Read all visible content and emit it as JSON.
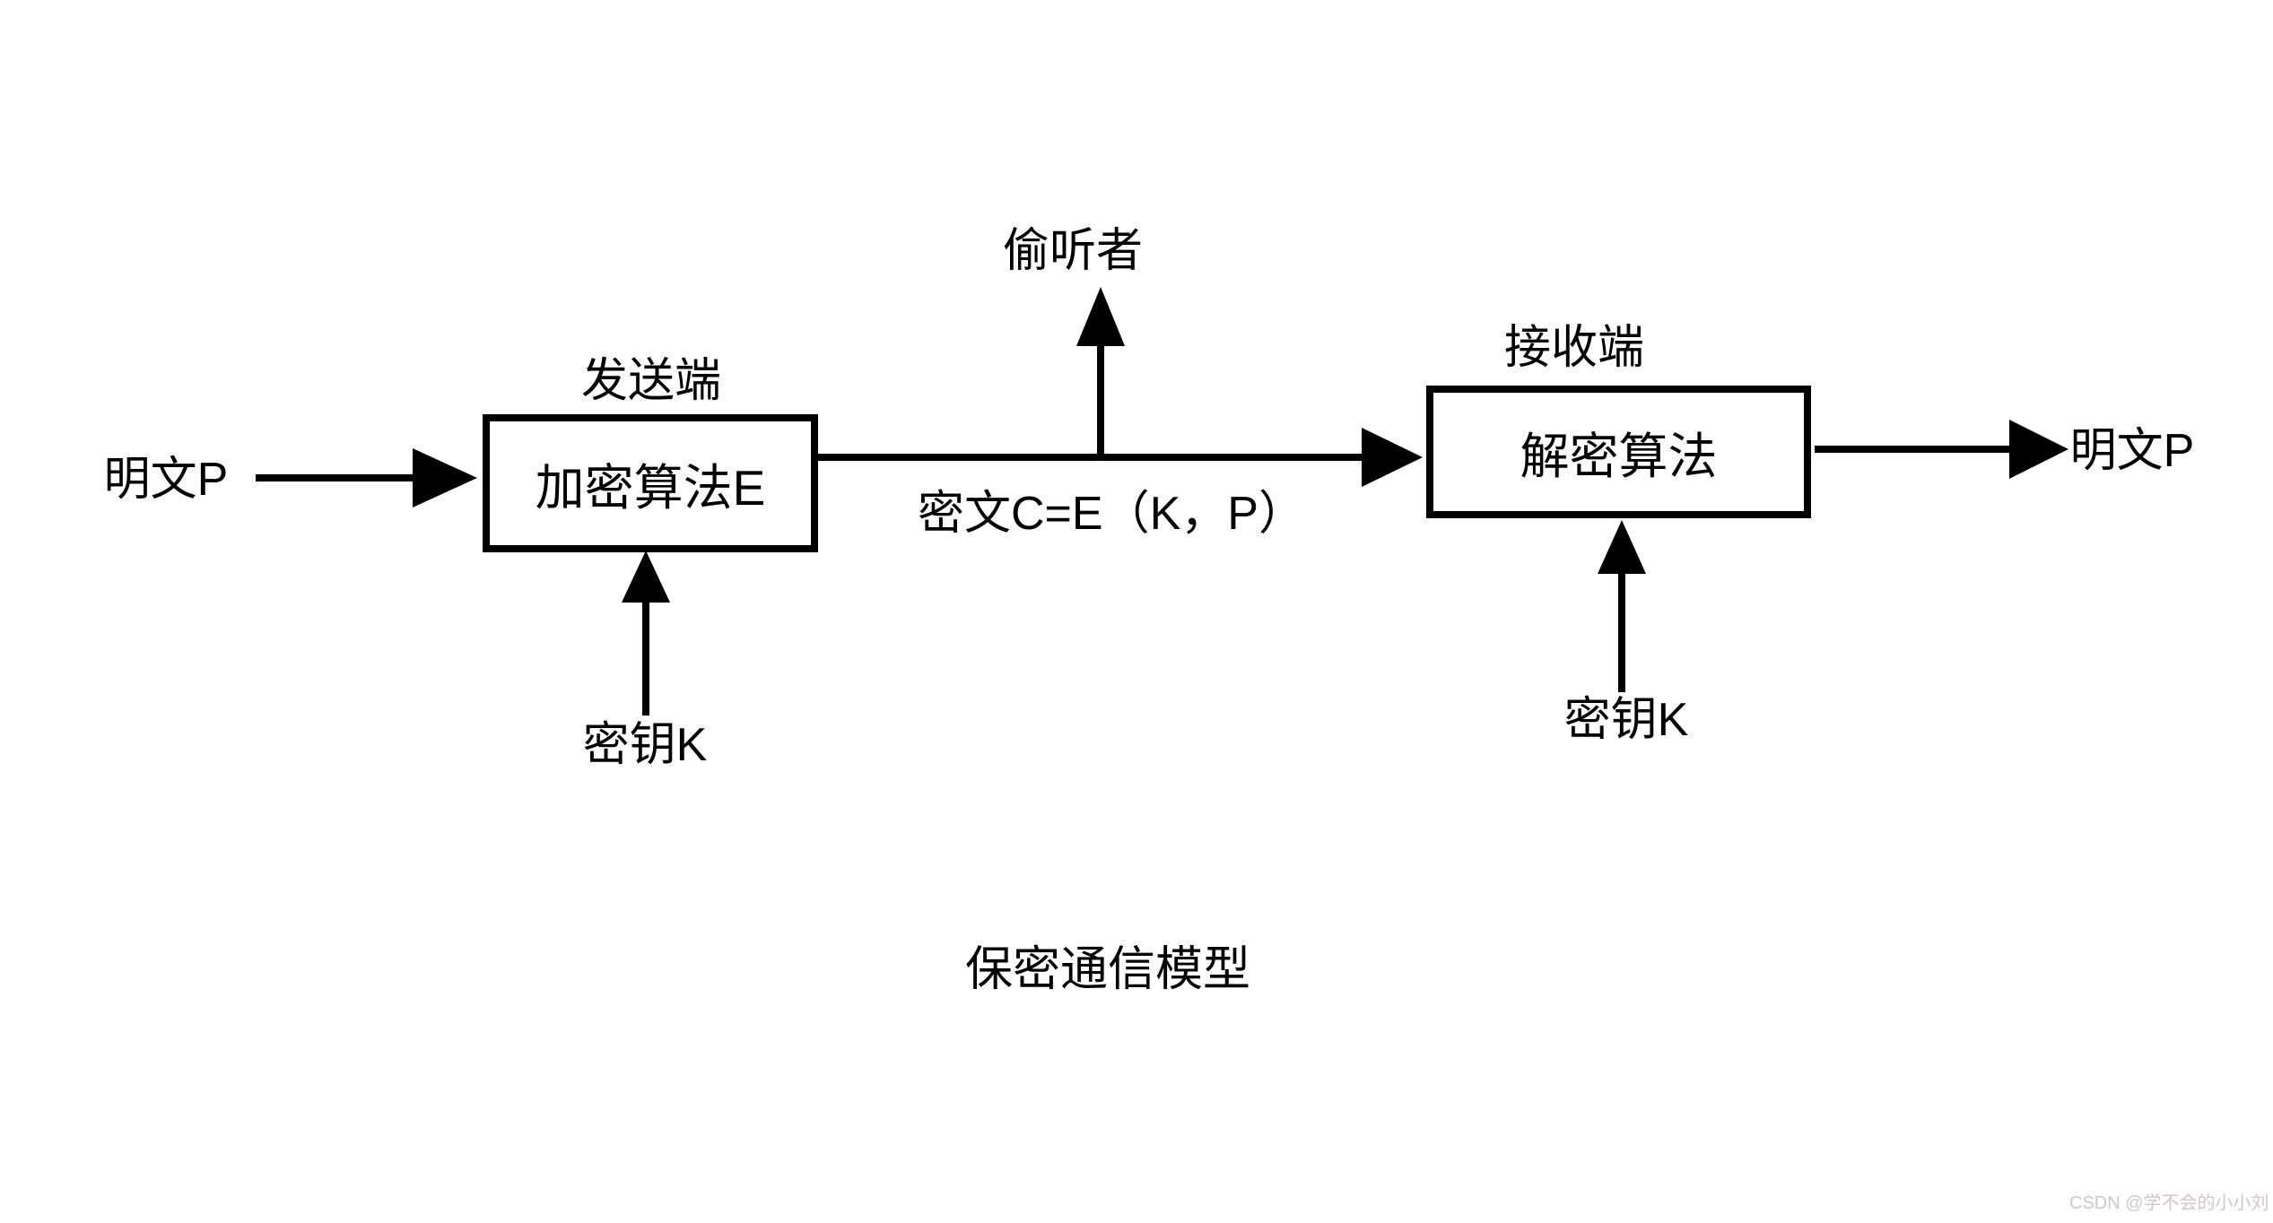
{
  "diagram": {
    "title": "保密通信模型",
    "sender_label": "发送端",
    "receiver_label": "接收端",
    "encrypt_box_label": "加密算法E",
    "decrypt_box_label": "解密算法",
    "plaintext_left": "明文P",
    "plaintext_right": "明文P",
    "key_left": "密钥K",
    "key_right": "密钥K",
    "eavesdropper_label": "偷听者",
    "ciphertext_label": "密文C=E（K，P）"
  },
  "watermark": {
    "text": "CSDN @学不会的小小刘",
    "color": "#d5c6c6"
  },
  "colors": {
    "line": "#000000",
    "background": "#ffffff"
  }
}
